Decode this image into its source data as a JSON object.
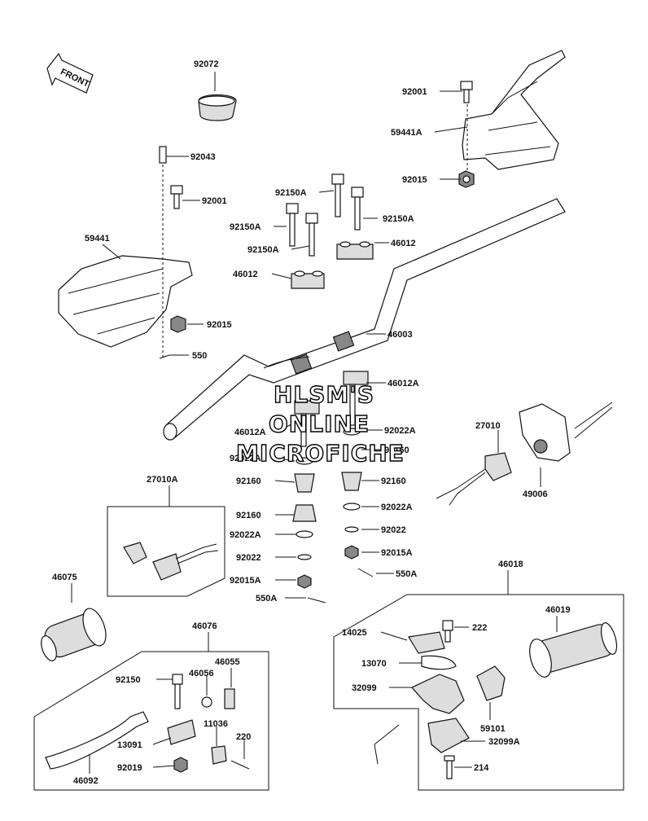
{
  "front_arrow": {
    "label": "FRONT"
  },
  "watermark": {
    "line1": "HLSM'S",
    "line2": "ONLINE",
    "line3": "MICROFICHE"
  },
  "groups": {
    "g27010A": "27010A",
    "g46018": "46018",
    "g46076": "46076"
  },
  "labels": {
    "p92072": "92072",
    "p92001_top": "92001",
    "p59441A": "59441A",
    "p92015_top": "92015",
    "p92043": "92043",
    "p92001_left": "92001",
    "p59441": "59441",
    "p92015_left": "92015",
    "p550_left": "550",
    "p92150A_1": "92150A",
    "p92150A_2": "92150A",
    "p92150A_3": "92150A",
    "p92150A_4": "92150A",
    "p46012_r": "46012",
    "p46012_l": "46012",
    "p46003": "46003",
    "p46012A_r": "46012A",
    "p46012A_l": "46012A",
    "p92022A_l": "92022A",
    "p92022A_r": "92022A",
    "p92160_r": "92160",
    "p27010": "27010",
    "p49006": "49006",
    "p92160_l1": "92160",
    "p92160_r2": "92160",
    "p92160_l2": "92160",
    "p92022A_r2": "92022A",
    "p92022A_l2": "92022A",
    "p92022_r": "92022",
    "p92022_l": "92022",
    "p92015A_r": "92015A",
    "p92015A_l": "92015A",
    "p550A_r": "550A",
    "p550A_l": "550A",
    "p46075": "46075",
    "p46019": "46019",
    "p222": "222",
    "p14025": "14025",
    "p13070": "13070",
    "p32099": "32099",
    "p59101": "59101",
    "p32099A": "32099A",
    "p214": "214",
    "p92150": "92150",
    "p46056": "46056",
    "p46055": "46055",
    "p11036": "11036",
    "p220": "220",
    "p13091": "13091",
    "p92019": "92019",
    "p46092": "46092"
  }
}
